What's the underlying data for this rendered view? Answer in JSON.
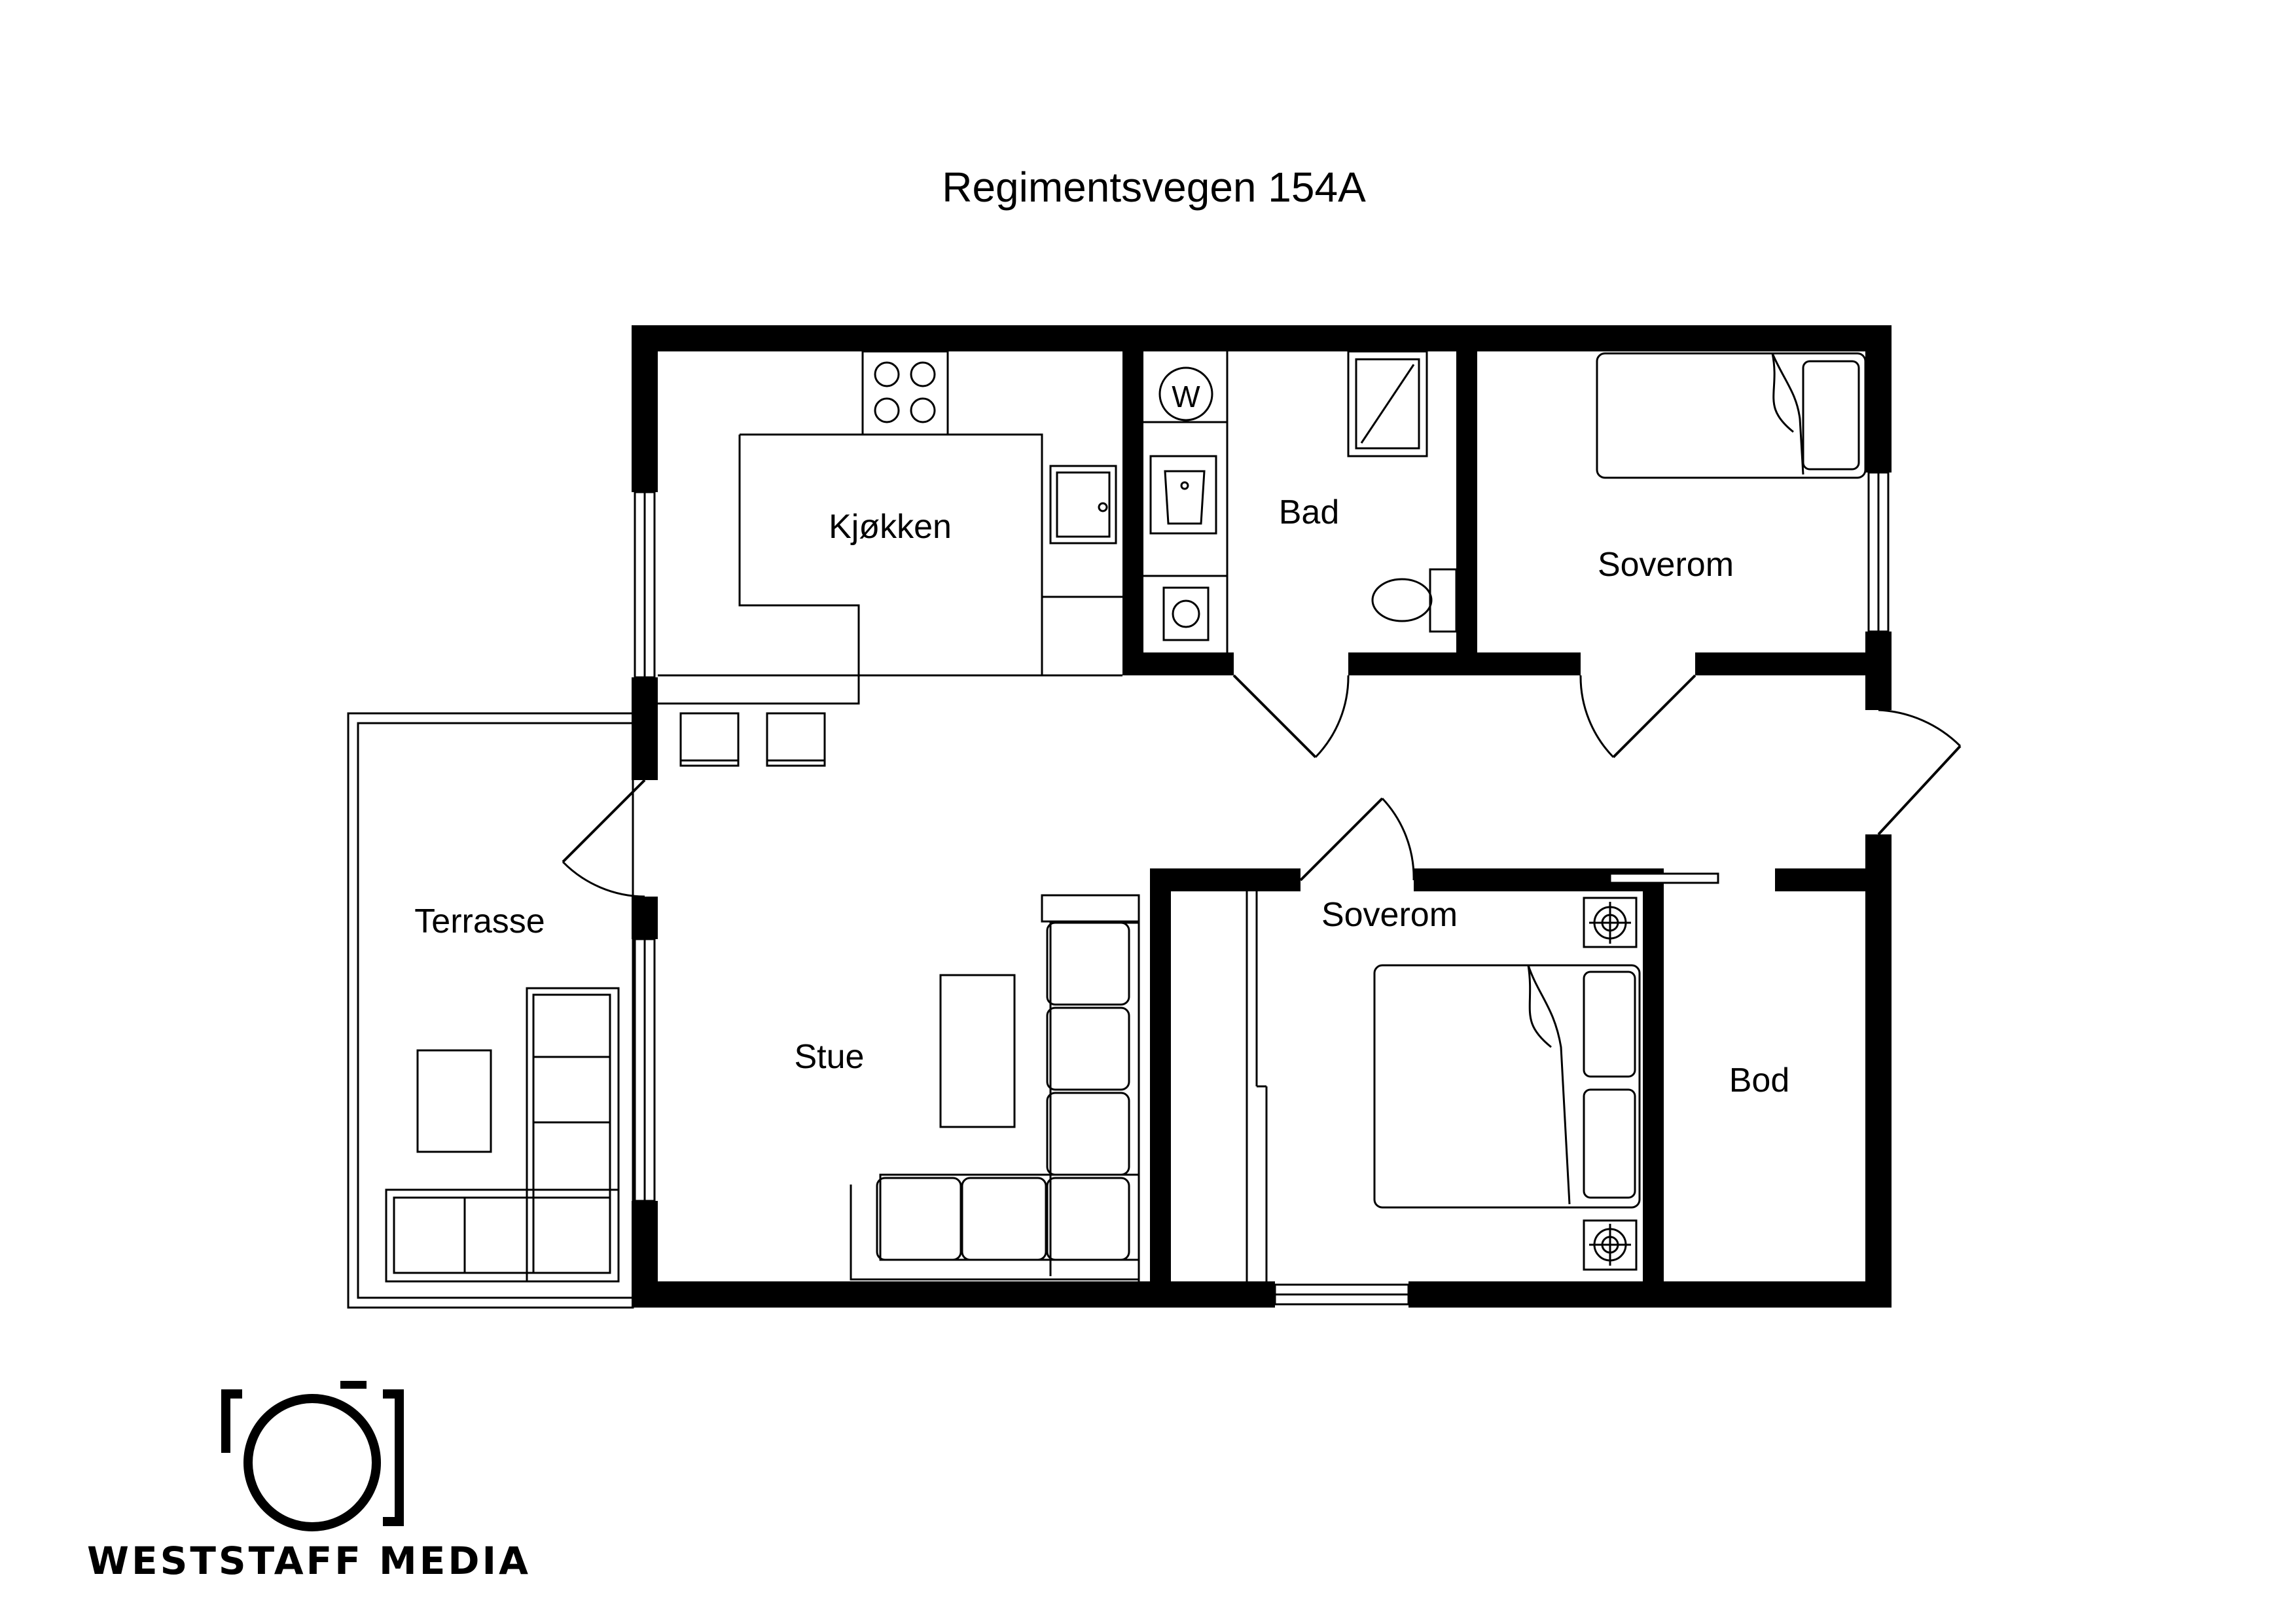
{
  "title": "Regimentsvegen 154A",
  "rooms": {
    "kitchen": "Kjøkken",
    "bathroom": "Bad",
    "bedroom_top": "Soverom",
    "bedroom_bottom": "Soverom",
    "living": "Stue",
    "terrace": "Terrasse",
    "storage": "Bod"
  },
  "washer_label": "W",
  "logo": {
    "text": "WESTSTAFF MEDIA",
    "icon": "camera-logo-icon"
  },
  "colors": {
    "wall": "#000000",
    "background": "#ffffff"
  }
}
